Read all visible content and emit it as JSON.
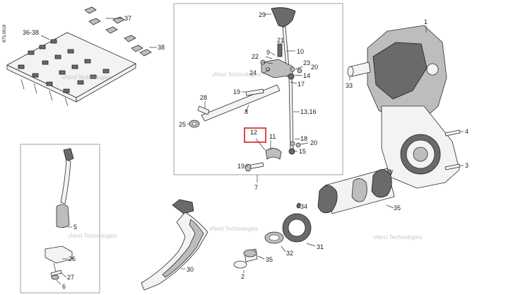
{
  "diagram_id": "875.0918",
  "labels": {
    "l1": "1",
    "l2": "2",
    "l3": "3",
    "l4": "4",
    "l5": "5",
    "l6": "6",
    "l7": "7",
    "l8": "8",
    "l9": "9",
    "l10": "10",
    "l11": "11",
    "l12": "12",
    "l13_16": "13,16",
    "l14": "14",
    "l15": "15",
    "l17": "17",
    "l18": "18",
    "l19a": "19",
    "l19b": "19",
    "l20a": "20",
    "l20b": "20",
    "l21": "21",
    "l22": "22",
    "l23": "23",
    "l24": "24",
    "l25": "25",
    "l26": "26",
    "l27": "27",
    "l28": "28",
    "l29": "29",
    "l30": "30",
    "l31": "31",
    "l32": "32",
    "l33": "33",
    "l34": "34",
    "l35a": "35",
    "l35b": "35",
    "l36_38": "36-38",
    "l37": "37",
    "l38": "38"
  },
  "watermark": "vNext Technologies",
  "colors": {
    "highlight": "#d11f1f",
    "frame": "#8a8a8a",
    "ink": "#1a1a1a"
  }
}
